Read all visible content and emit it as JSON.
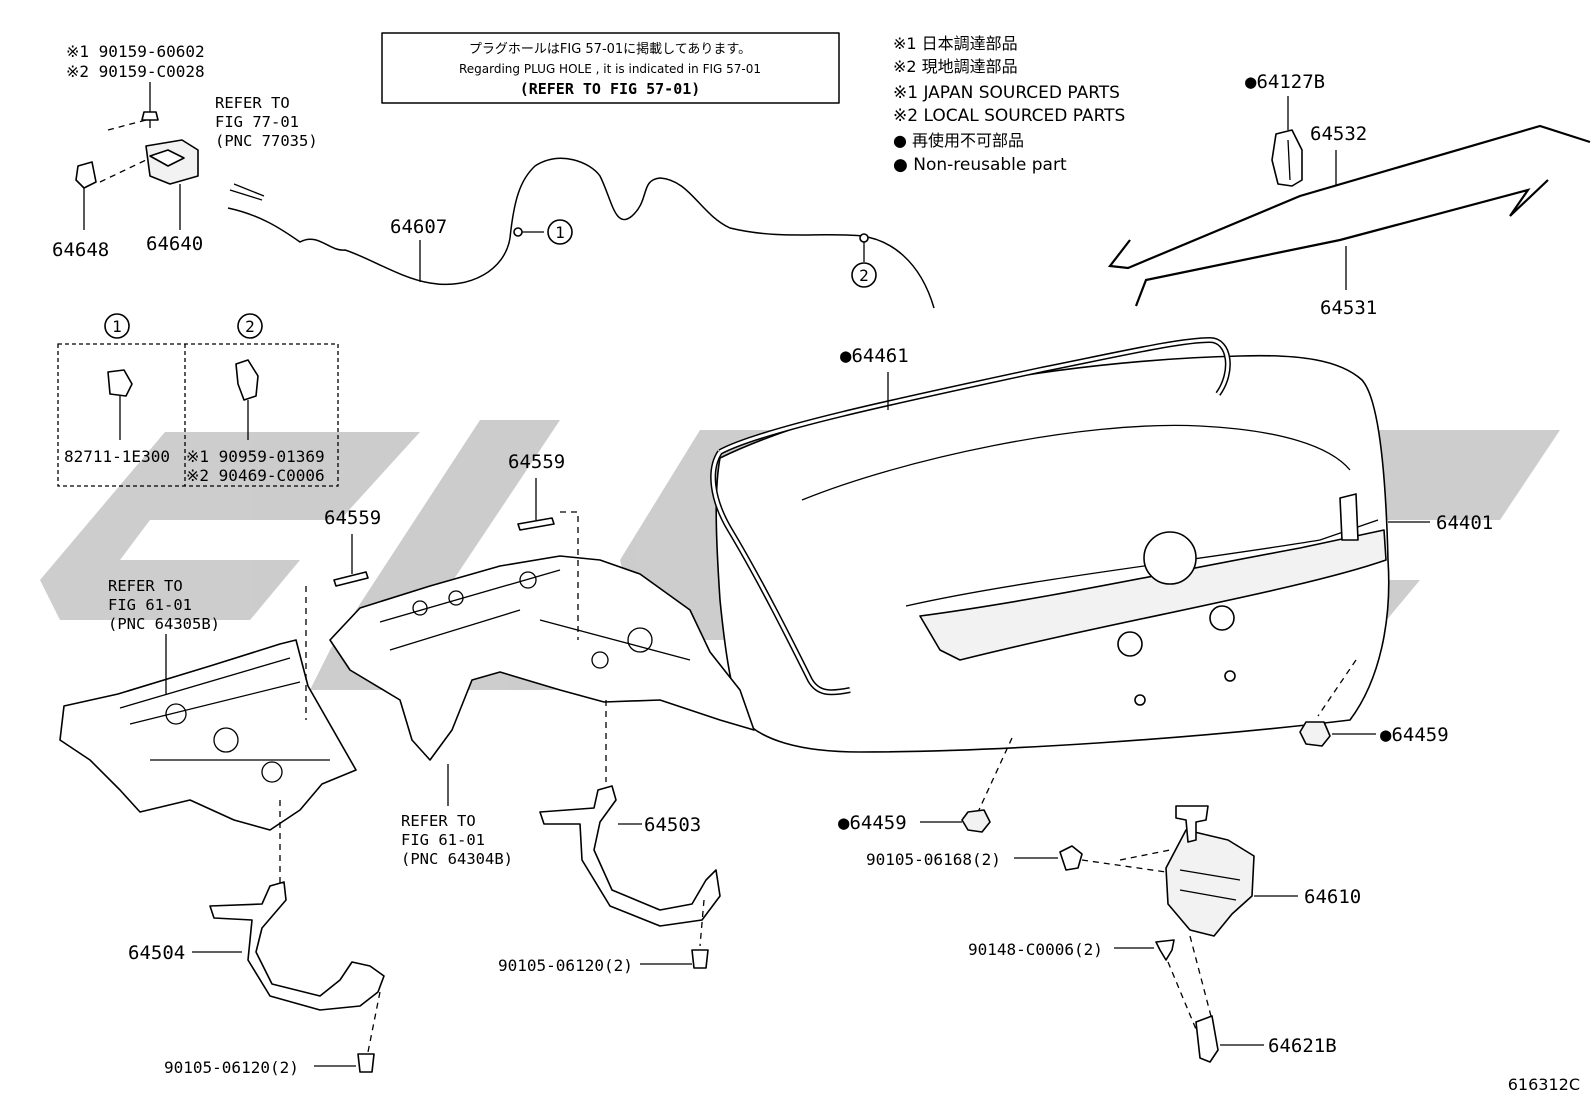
{
  "diagram": {
    "figure_code": "616312C",
    "notes": {
      "jp": "プラグホールはFIG 57-01に掲載してあります。",
      "en": "Regarding  PLUG  HOLE , it is indicated in FIG  57-01",
      "ref": "(REFER TO FIG 57-01)"
    },
    "legend": {
      "jp_1": "※1 日本調達部品",
      "jp_2": "※2 現地調達部品",
      "en_1": "※1 JAPAN SOURCED PARTS",
      "en_2": "※2 LOCAL SOURCED PARTS",
      "nonreuse_jp": "● 再使用不可部品",
      "nonreuse_en": "● Non-reusable part"
    },
    "callouts": {
      "c1": "1",
      "c2": "2"
    },
    "parts": {
      "p_90159_1": "※1 90159-60602",
      "p_90159_2": "※2 90159-C0028",
      "p_64648": "64648",
      "p_64640": "64640",
      "p_64607": "64607",
      "p_82711": "82711-1E300",
      "p_90959": "※1 90959-01369",
      "p_90469": "※2 90469-C0006",
      "p_64127B": "●64127B",
      "p_64532": "64532",
      "p_64531": "64531",
      "p_64461": "●64461",
      "p_64401": "64401",
      "p_64459_r": "●64459",
      "p_64459_l": "●64459",
      "p_64559_a": "64559",
      "p_64559_b": "64559",
      "p_64503": "64503",
      "p_64504": "64504",
      "p_90105_a": "90105-06120(2)",
      "p_90105_b": "90105-06120(2)",
      "p_90105_c": "90105-06168(2)",
      "p_90148": "90148-C0006(2)",
      "p_64610": "64610",
      "p_64621B": "64621B"
    },
    "refers": {
      "r77_1": "REFER TO",
      "r77_2": "FIG 77-01",
      "r77_3": "(PNC 77035)",
      "r61a_1": "REFER TO",
      "r61a_2": "FIG 61-01",
      "r61a_3": "(PNC 64305B)",
      "r61b_1": "REFER TO",
      "r61b_2": "FIG 61-01",
      "r61b_3": "(PNC 64304B)"
    }
  }
}
